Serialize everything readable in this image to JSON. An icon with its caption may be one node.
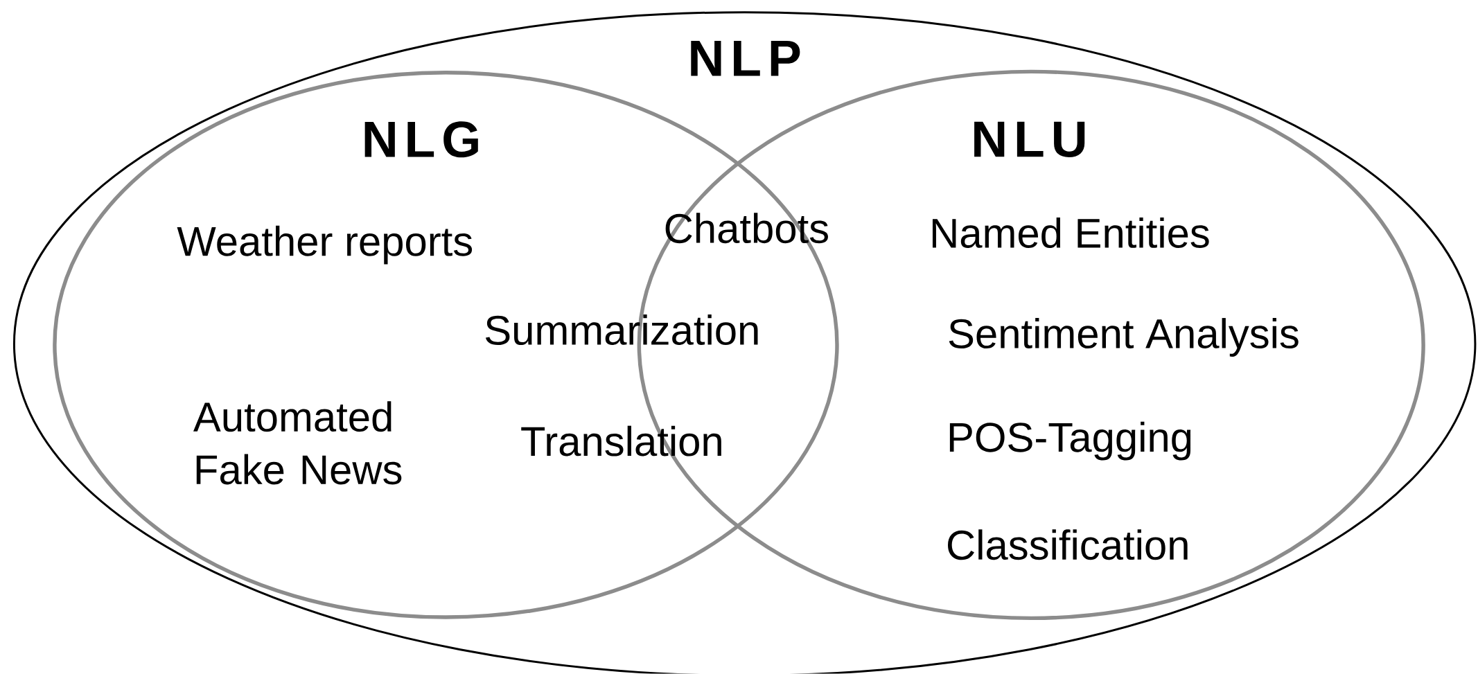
{
  "diagram": {
    "nodes": [
      {
        "text": [
          "NLP"
        ]
      },
      {
        "text": [
          "NLG"
        ],
        "in": 0
      },
      {
        "text": [
          "NLU"
        ],
        "in": 0
      }
    ],
    "labels": [
      "Weather reports",
      "Chatbots",
      "Named Entities",
      "Summarization",
      "Sentiment Analysis",
      "Automated Fake News",
      "Translation",
      "POS-Tagging",
      "Classification"
    ]
  }
}
